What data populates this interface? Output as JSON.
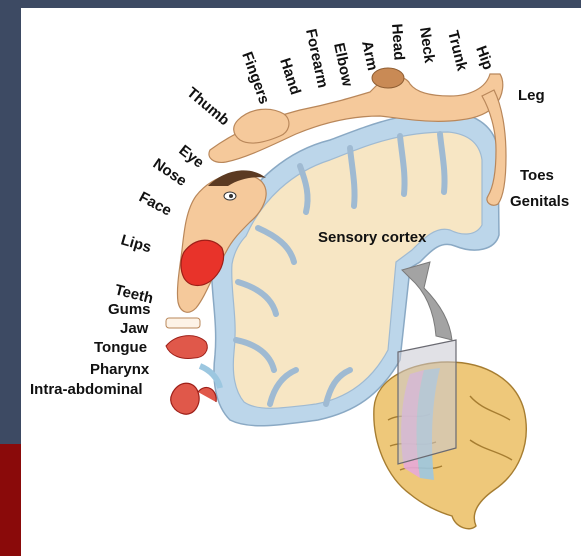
{
  "diagram": {
    "region_label": "Sensory cortex",
    "body_parts": {
      "hip": "Hip",
      "trunk": "Trunk",
      "neck": "Neck",
      "head": "Head",
      "arm": "Arm",
      "elbow": "Elbow",
      "forearm": "Forearm",
      "hand": "Hand",
      "fingers": "Fingers",
      "thumb": "Thumb",
      "eye": "Eye",
      "nose": "Nose",
      "face": "Face",
      "lips": "Lips",
      "teeth": "Teeth",
      "gums": "Gums",
      "jaw": "Jaw",
      "tongue": "Tongue",
      "pharynx": "Pharynx",
      "intra_abdominal": "Intra-abdominal",
      "leg": "Leg",
      "toes": "Toes",
      "genitals": "Genitals"
    }
  },
  "colors": {
    "slide_background": "#3d4a63",
    "accent_bar": "#8a0a0a",
    "cortex_fill": "#f7e6c4",
    "cortex_rim": "#bcd6ea",
    "skin": "#f5c99b",
    "lips": "#e8332a",
    "brain": "#eec87a"
  }
}
